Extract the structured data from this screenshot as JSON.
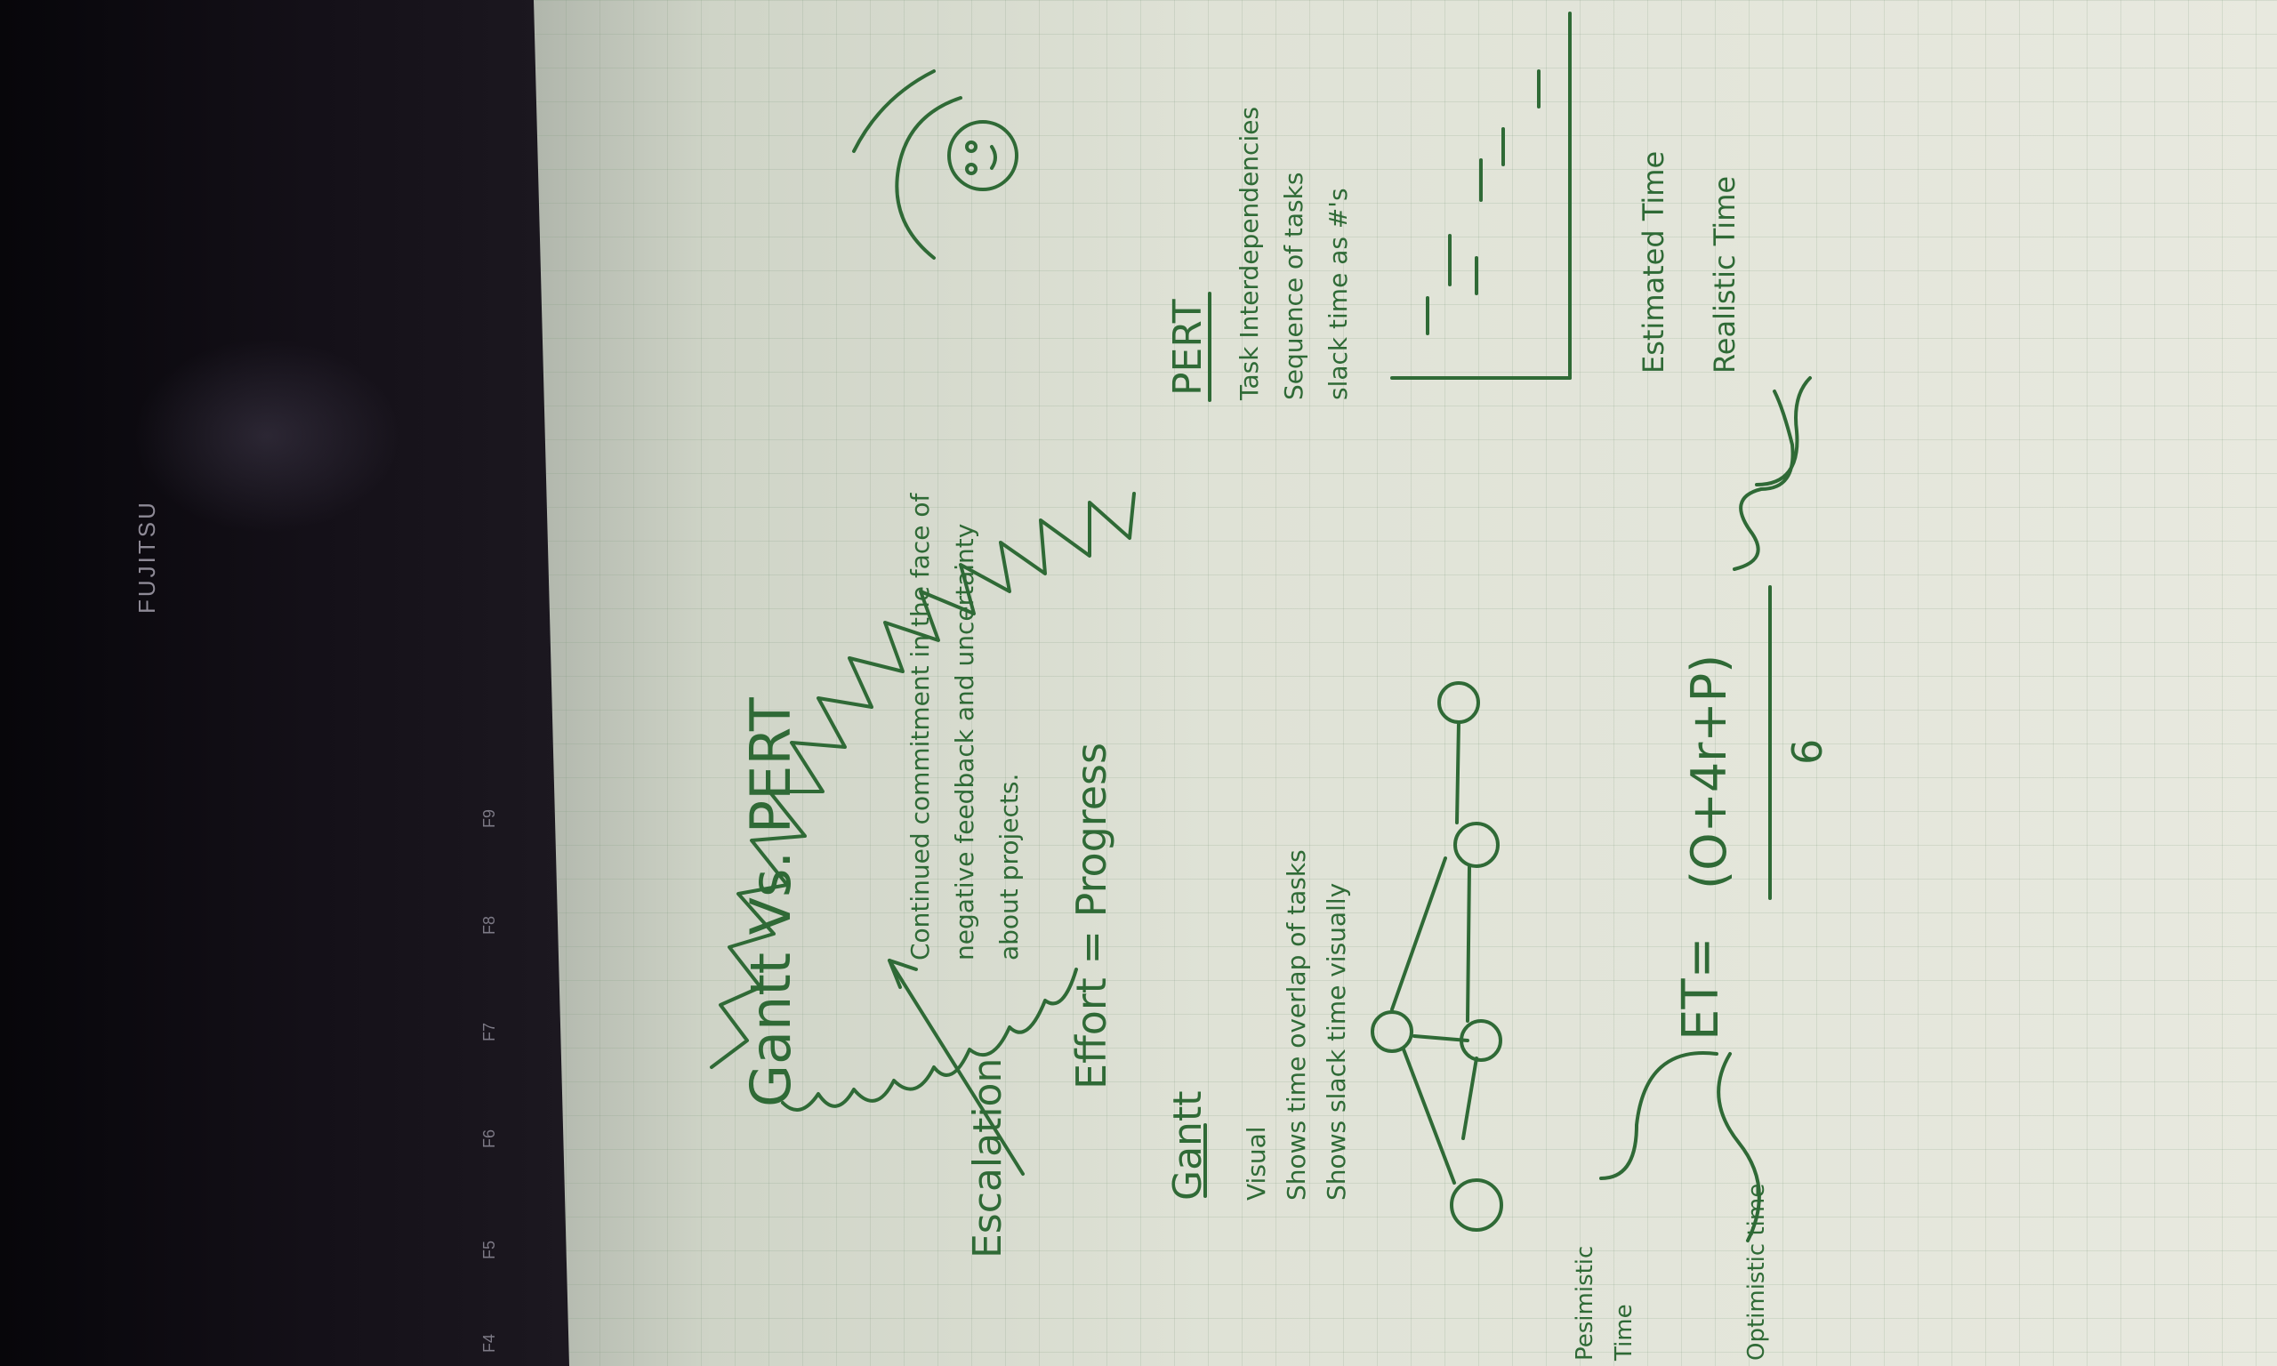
{
  "background": {
    "brand": "FUJITSU",
    "function_keys": [
      "F4",
      "F5",
      "F6",
      "F7",
      "F8",
      "F9"
    ]
  },
  "notes": {
    "title": "Gantt Vs. PERT",
    "escalation_label": "Escalation",
    "escalation_definition": [
      "Continued commitment in the face of",
      "negative feedback and uncertainty",
      "about projects."
    ],
    "effort_equation": "Effort = Progress",
    "gantt": {
      "heading": "Gantt",
      "lines": [
        "Visual",
        "Shows time overlap of tasks",
        "Shows slack time visually"
      ]
    },
    "pert": {
      "heading": "PERT",
      "lines": [
        "Task Interdependencies",
        "Sequence of tasks",
        "slack time as #'s"
      ]
    },
    "formula": {
      "lhs": "ET=",
      "numerator": "(O+4r+P)",
      "denominator": "6"
    },
    "formula_labels": {
      "pessimistic": [
        "Pesimistic",
        "Time"
      ],
      "optimistic": "Optimistic time",
      "estimated": "Estimated Time",
      "realistic": "Realistic Time"
    }
  },
  "colors": {
    "ink": "#2f6a36",
    "paper": "#e4e6db",
    "background": "#0e0b10"
  }
}
